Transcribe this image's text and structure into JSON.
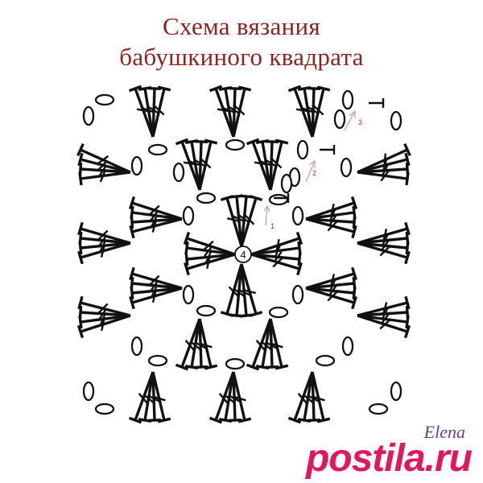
{
  "title": {
    "line1": "Схема вязания",
    "line2": "бабушкиного квадрата"
  },
  "diagram": {
    "center_ring_label": "4",
    "round_labels": [
      "1",
      "2",
      "3"
    ],
    "colors": {
      "title": "#8c2323",
      "stitches": "#111111",
      "arrows": "#c79aa5",
      "watermark_site": "#e0185c",
      "watermark_name": "#6b3d8f"
    }
  },
  "watermark": {
    "author": "Elena",
    "site": "postila.ru"
  }
}
